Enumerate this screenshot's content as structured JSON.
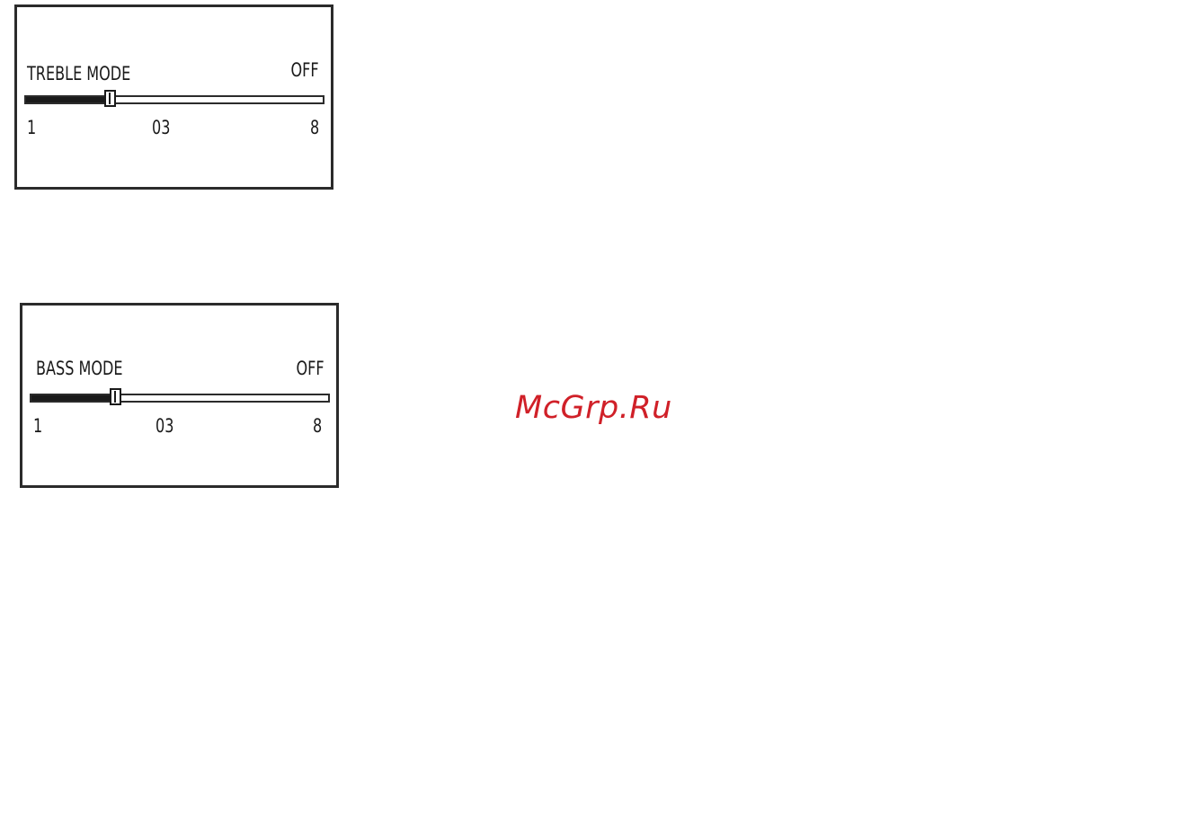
{
  "panels": {
    "treble": {
      "mode_label": "TREBLE MODE",
      "state_label": "OFF",
      "min_label": "1",
      "value_label": "03",
      "max_label": "8",
      "slider": {
        "min": 1,
        "max": 8,
        "value": 3
      }
    },
    "bass": {
      "mode_label": "BASS MODE",
      "state_label": "OFF",
      "min_label": "1",
      "value_label": "03",
      "max_label": "8",
      "slider": {
        "min": 1,
        "max": 8,
        "value": 3
      }
    }
  },
  "watermark": {
    "text": "McGrp.Ru",
    "color": "#d02028"
  },
  "colors": {
    "border": "#2b2b2b",
    "fill": "#1a1a1a"
  }
}
